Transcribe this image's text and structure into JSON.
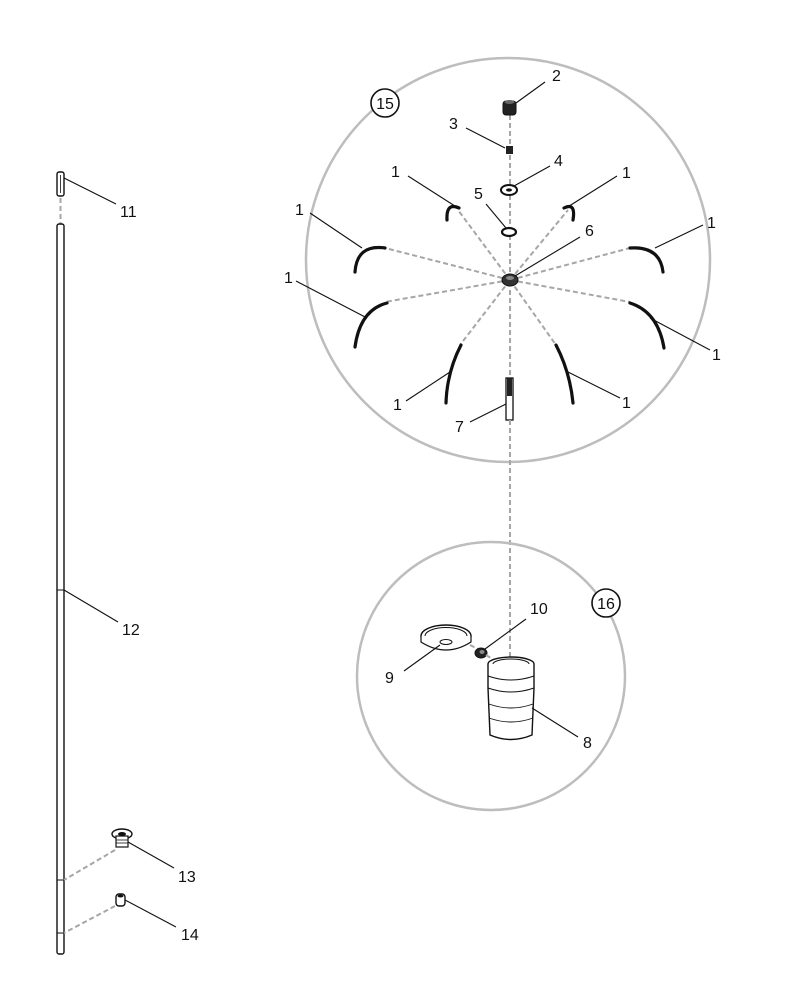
{
  "callouts": {
    "rod_top_cap": "11",
    "rod": "12",
    "base_bushing": "13",
    "base_cap": "14",
    "hub_top_nut": "2",
    "hub_screw": "3",
    "hub_washer": "4",
    "hub_ring": "5",
    "hub_center": "6",
    "hub_post": "7",
    "cup": "8",
    "cup_lid": "9",
    "lid_plug": "10",
    "arm": "1"
  },
  "details": {
    "assembly_head": "15",
    "assembly_base": "16"
  }
}
